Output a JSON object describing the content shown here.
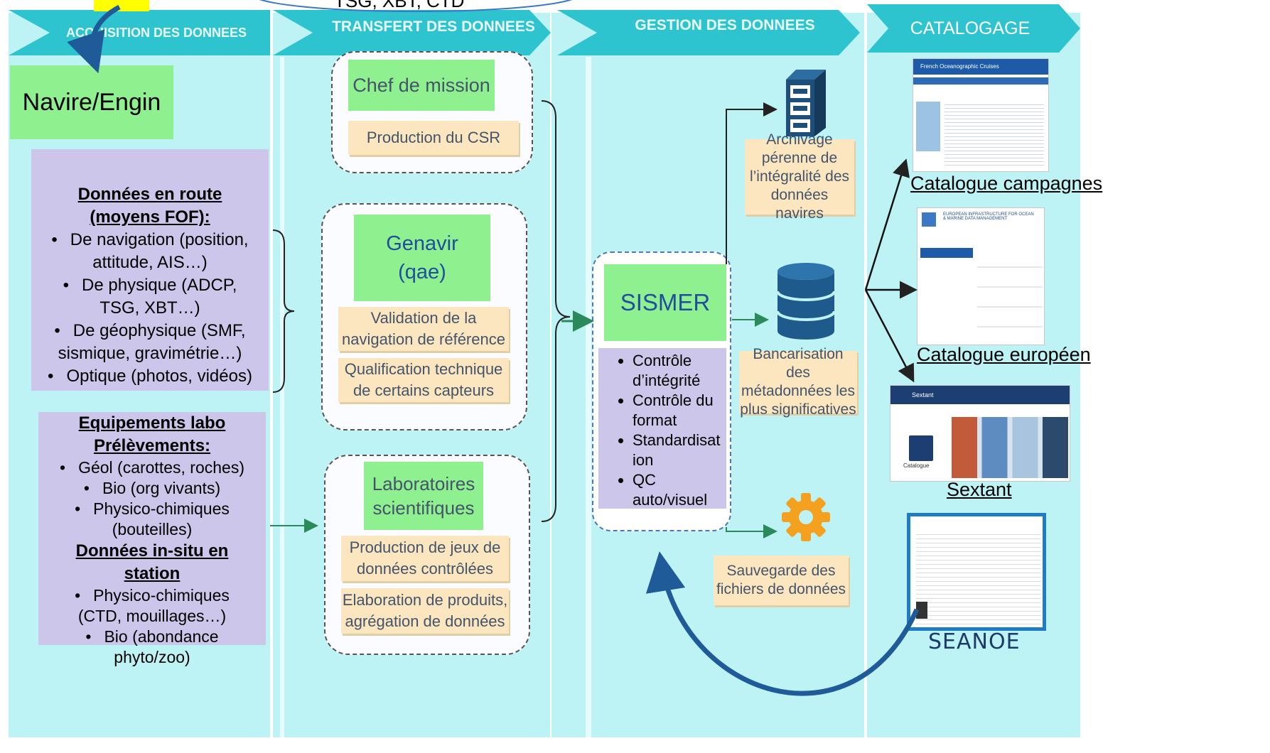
{
  "top_fragment": "TSG, XBT, CTD",
  "headers": {
    "acquisition": "ACQUISITION DES DONNEES",
    "transfert": "TRANSFERT DES DONNEES",
    "gestion": "GESTION DES DONNEES",
    "catalogage": "CATALOGAGE"
  },
  "acquisition": {
    "navire": "Navire/Engin",
    "route_title_1": "Données en route",
    "route_title_2": "(moyens FOF):",
    "route_items": [
      "De navigation (position, attitude, AIS…)",
      "De physique (ADCP, TSG, XBT…)",
      "De géophysique (SMF, sismique, gravimétrie…)",
      "Optique (photos, vidéos)"
    ],
    "labo_title_1": "Equipements labo",
    "labo_title_2": "Prélèvements:",
    "labo_items": [
      "Géol (carottes, roches)",
      "Bio (org vivants)",
      "Physico-chimiques (bouteilles)"
    ],
    "insitu_title_1": "Données in-situ en",
    "insitu_title_2": "station",
    "insitu_items": [
      "Physico-chimiques (CTD, mouillages…)",
      "Bio (abondance phyto/zoo)"
    ]
  },
  "transfert": {
    "chef": "Chef de mission",
    "csr": "Production du CSR",
    "genavir": "Genavir (qae)",
    "validation": "Validation de la navigation de référence",
    "qualification": "Qualification technique de certains capteurs",
    "labos": "Laboratoires scientifiques",
    "production": "Production de jeux de données contrôlées",
    "elaboration": "Elaboration de produits, agrégation de données"
  },
  "gestion": {
    "sismer": "SISMER",
    "sismer_items": [
      "Contrôle d’intégrité",
      "Contrôle du format",
      "Standardisation",
      "QC auto/visuel"
    ],
    "archivage": "Archivage pérenne de l’intégralité des données navires",
    "bancarisation": "Bancarisation des métadonnées les plus significatives",
    "sauvegarde": "Sauvegarde des fichiers de données"
  },
  "catalogage": {
    "campagnes": "Catalogue campagnes",
    "europeen": "Catalogue européen",
    "sextant": "Sextant",
    "seanoe": "SEANOE",
    "campagnes_thumb_title": "French Oceanographic Cruises",
    "europeen_thumb_title": "EUROPEAN INFRASTRUCTURE FOR OCEAN & MARINE DATA MANAGEMENT",
    "sextant_thumb_title": "Sextant",
    "sextant_catalogue": "Catalogue"
  },
  "colors": {
    "column_bg": "#bdf3f5",
    "header_arrow": "#2ec4cf",
    "green_box": "#8ff08f",
    "tan_box": "#fbe6bf",
    "lavender_box": "#ccc7ea",
    "arrow_blue": "#1f5b99"
  }
}
